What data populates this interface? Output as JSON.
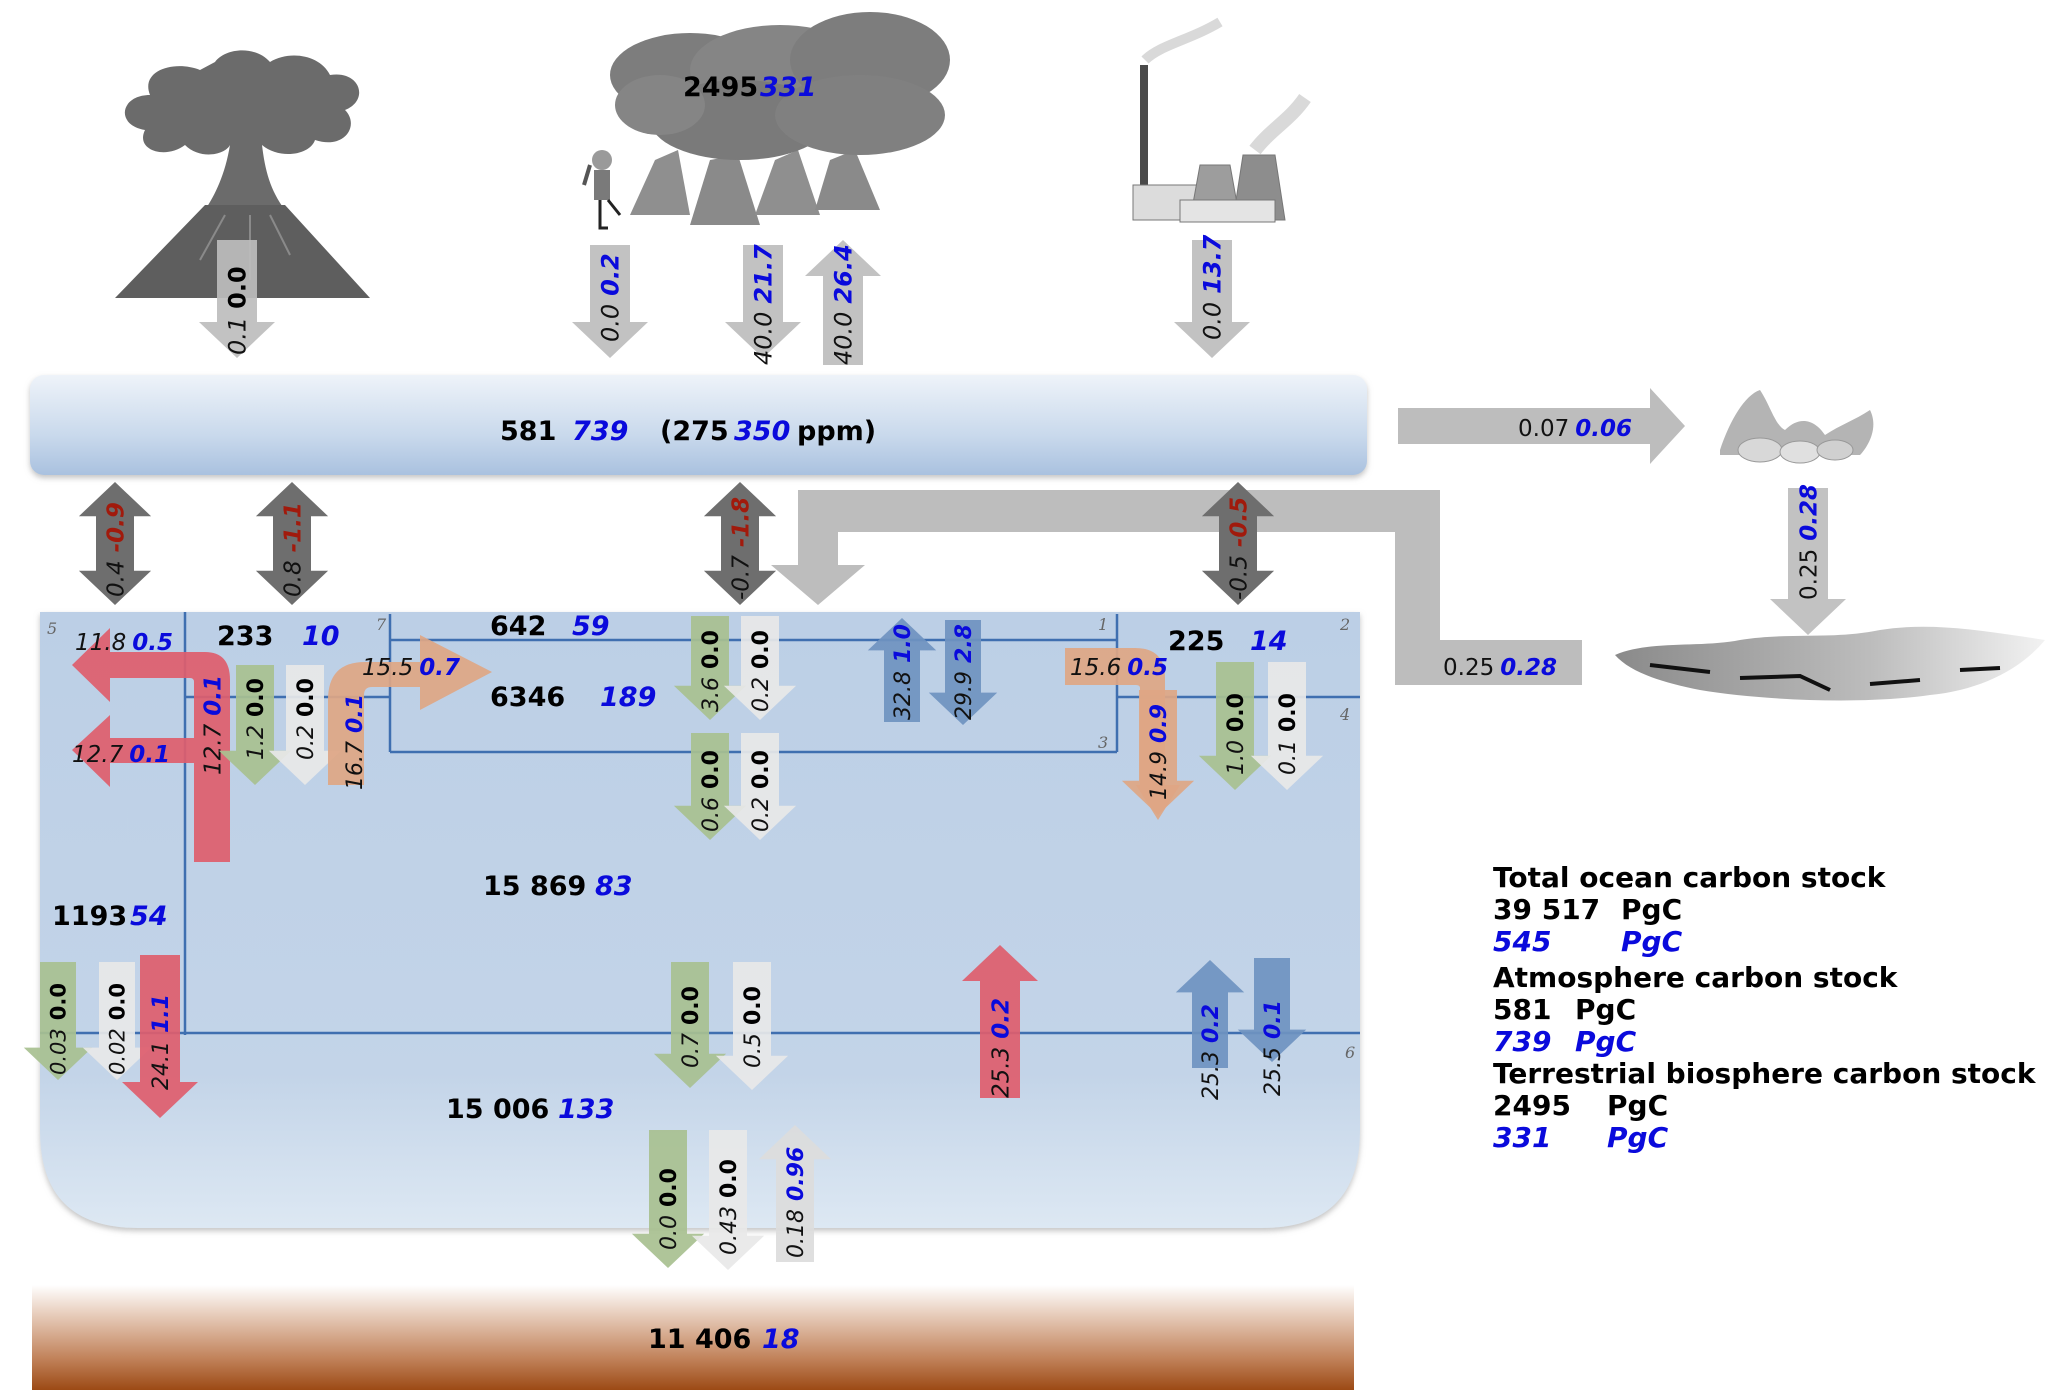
{
  "colors": {
    "preindustrial_text": "#000000",
    "anthropogenic_text": "#0a0adc",
    "net_exchange_text": "#a11a0c",
    "gray_arrow": "#bdbdbd",
    "dark_gray_arrow": "#6e6e6e",
    "red_arrow": "#de5d6c",
    "orange_arrow": "#dea684",
    "green_arrow": "#a8c090",
    "white_arrow": "#e8e8e8",
    "blue_arrow": "#6f93c0",
    "ocean_fill": "#bccfe6",
    "ocean_lines": "#3f6fb0",
    "sediment_top": "#f4e6dc",
    "sediment_bottom": "#a4531e",
    "atmosphere_fill": "#c9d9ec"
  },
  "reservoirs": {
    "atmosphere": {
      "preindustrial": "581",
      "anthropogenic": "739",
      "ppm_open": "(275",
      "ppm_anthro": "350",
      "ppm_unit": "ppm)"
    },
    "terrestrial": {
      "preindustrial": "2495",
      "anthropogenic": "331"
    },
    "sediment": {
      "preindustrial": "11 406",
      "anthropogenic": "18"
    },
    "box_233": {
      "preindustrial": "233",
      "anthropogenic": "10"
    },
    "box_642": {
      "preindustrial": "642",
      "anthropogenic": "59"
    },
    "box_6346": {
      "preindustrial": "6346",
      "anthropogenic": "189"
    },
    "box_225": {
      "preindustrial": "225",
      "anthropogenic": "14"
    },
    "box_15869": {
      "preindustrial": "15 869",
      "anthropogenic": "83"
    },
    "box_1193": {
      "preindustrial": "1193",
      "anthropogenic": "54"
    },
    "box_15006": {
      "preindustrial": "15 006",
      "anthropogenic": "133"
    }
  },
  "corner_labels": [
    "5",
    "7",
    "1",
    "2",
    "3",
    "4",
    "6"
  ],
  "icons": [
    "volcano-icon",
    "forest-icon",
    "lumberjack-icon",
    "factory-icon",
    "rock-weathering-icon",
    "river-icon"
  ],
  "fluxes": {
    "volcano": {
      "a": "0.1",
      "b": "0.0"
    },
    "landuse": {
      "a": "0.0",
      "b": "0.2"
    },
    "photosynthesis": {
      "a": "40.0",
      "b": "21.7"
    },
    "respiration": {
      "a": "40.0",
      "b": "26.4"
    },
    "fossil": {
      "a": "0.0",
      "b": "13.7"
    },
    "weathering": {
      "a": "0.07",
      "b": "0.06"
    },
    "river_down": {
      "a": "0.25",
      "b": "0.28"
    },
    "river_return": {
      "a": "0.25",
      "b": "0.28"
    },
    "airsea_5": {
      "a": "0.4",
      "b": "-0.9"
    },
    "airsea_7": {
      "a": "0.8",
      "b": "-1.1"
    },
    "airsea_1": {
      "a": "-0.7",
      "b": "-1.8"
    },
    "airsea_2": {
      "a": "-0.5",
      "b": "-0.5"
    },
    "red_top": {
      "a": "11.8",
      "b": "0.5"
    },
    "red_mid": {
      "a": "12.7",
      "b": "0.1"
    },
    "red_vertical": {
      "a": "12.7",
      "b": "0.1"
    },
    "green_233": {
      "a": "1.2",
      "b": "0.0"
    },
    "white_233": {
      "a": "0.2",
      "b": "0.0"
    },
    "orange_left_up": {
      "a": "16.7",
      "b": "0.1"
    },
    "orange_left_right": {
      "a": "15.5",
      "b": "0.7"
    },
    "green_1_upper": {
      "a": "3.6",
      "b": "0.0"
    },
    "white_1_upper": {
      "a": "0.2",
      "b": "0.0"
    },
    "green_1_lower": {
      "a": "0.6",
      "b": "0.0"
    },
    "white_1_lower": {
      "a": "0.2",
      "b": "0.0"
    },
    "blue_up_1": {
      "a": "32.8",
      "b": "1.0"
    },
    "blue_down_1": {
      "a": "29.9",
      "b": "2.8"
    },
    "orange_right_horiz": {
      "a": "15.6",
      "b": "0.5"
    },
    "orange_right_down": {
      "a": "14.9",
      "b": "0.9"
    },
    "green_225": {
      "a": "1.0",
      "b": "0.0"
    },
    "white_225": {
      "a": "0.1",
      "b": "0.0"
    },
    "green_1193": {
      "a": "0.03",
      "b": "0.0"
    },
    "white_1193": {
      "a": "0.02",
      "b": "0.0"
    },
    "red_1193": {
      "a": "24.1",
      "b": "1.1"
    },
    "green_deep_mid": {
      "a": "0.7",
      "b": "0.0"
    },
    "white_deep_mid": {
      "a": "0.5",
      "b": "0.0"
    },
    "red_up_deep": {
      "a": "25.3",
      "b": "0.2"
    },
    "blue_up_deep": {
      "a": "25.3",
      "b": "0.2"
    },
    "blue_down_deep": {
      "a": "25.5",
      "b": "0.1"
    },
    "green_sed": {
      "a": "0.0",
      "b": "0.0"
    },
    "white_sed": {
      "a": "0.43",
      "b": "0.0"
    },
    "gray_sed_up": {
      "a": "0.18",
      "b": "0.96"
    }
  },
  "legend": [
    {
      "title": "Total ocean carbon stock",
      "pre_value": "39 517",
      "pre_unit": "PgC",
      "anthro_value": "545",
      "anthro_unit": "PgC"
    },
    {
      "title": "Atmosphere carbon stock",
      "pre_value": "581",
      "pre_unit": "PgC",
      "anthro_value": "739",
      "anthro_unit": "PgC"
    },
    {
      "title": "Terrestrial biosphere carbon stock",
      "pre_value": "2495",
      "pre_unit": "PgC",
      "anthro_value": "331",
      "anthro_unit": "PgC"
    }
  ]
}
